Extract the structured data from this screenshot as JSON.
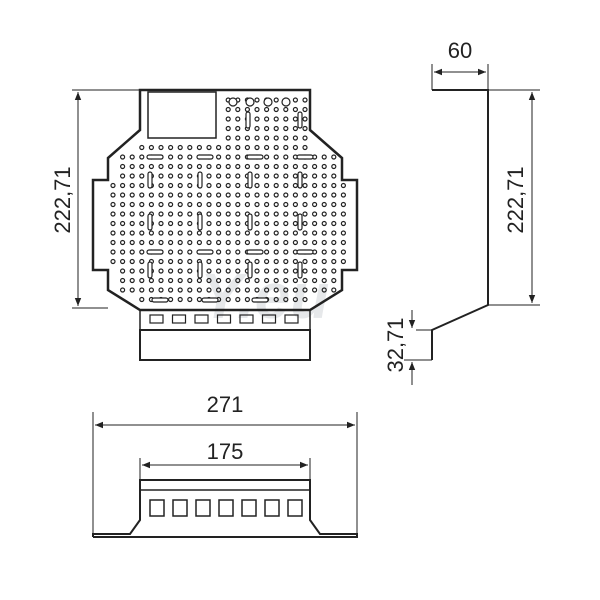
{
  "watermark": "Y.eu",
  "dimensions": {
    "front_height": "222,71",
    "side_height": "222,71",
    "flange_width": "60",
    "offset_depth": "32,71",
    "total_width": "271",
    "inner_width": "175"
  },
  "colors": {
    "line": "#222222",
    "watermark": "#e6e8ea"
  }
}
